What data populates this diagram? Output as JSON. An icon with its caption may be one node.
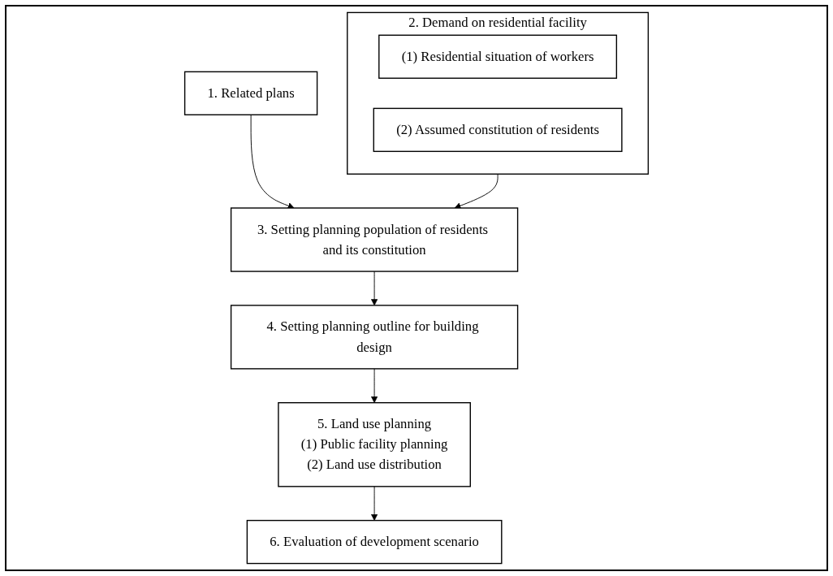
{
  "diagram": {
    "nodes": [
      {
        "text": [
          "1. Related plans"
        ]
      },
      {
        "text": [
          "2. Demand on residential facility"
        ]
      },
      {
        "text": [
          "(1) Residential situation of workers"
        ],
        "in": 1
      },
      {
        "text": [
          "(2) Assumed constitution of residents"
        ],
        "in": 1
      },
      {
        "text": [
          "3. Setting planning population of residents and its constitution"
        ]
      },
      {
        "text": [
          "4. Setting planning outline for building design"
        ]
      },
      {
        "text": [
          "5. Land use planning",
          "(1) Public facility planning",
          "(2) Land use distribution"
        ]
      },
      {
        "text": [
          "6. Evaluation of development scenario"
        ]
      }
    ],
    "edges": [
      {
        "from": 0,
        "to": 4,
        "arrow": "to"
      },
      {
        "from": 1,
        "to": 4,
        "arrow": "to"
      },
      {
        "from": 4,
        "to": 5,
        "arrow": "to"
      },
      {
        "from": 5,
        "to": 6,
        "arrow": "to"
      },
      {
        "from": 6,
        "to": 7,
        "arrow": "to"
      }
    ]
  }
}
